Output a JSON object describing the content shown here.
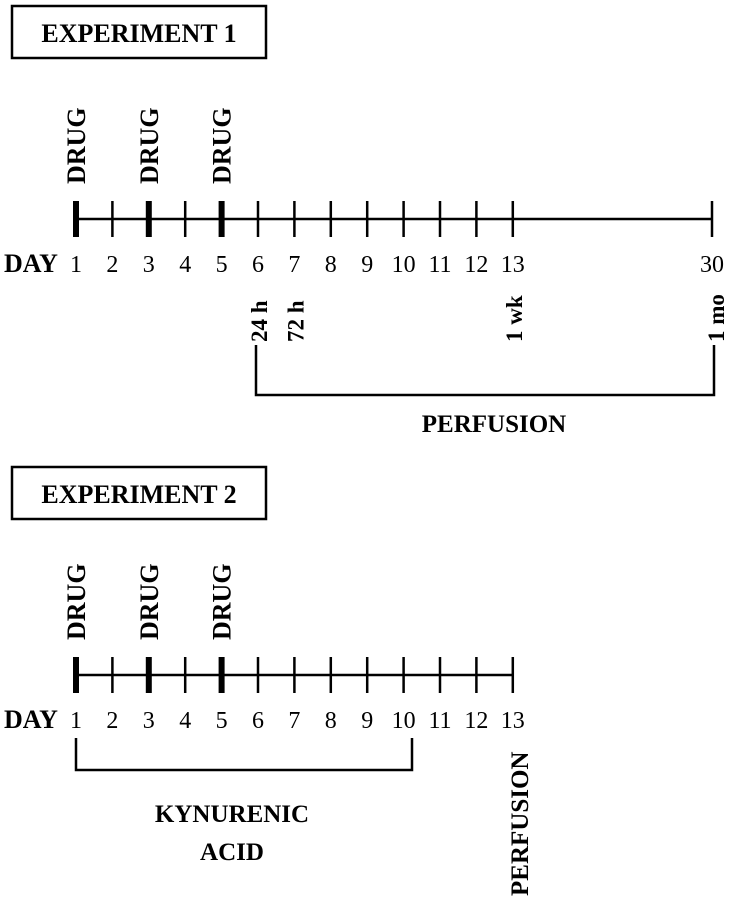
{
  "experiment1": {
    "title": "EXPERIMENT 1",
    "drug_label": "DRUG",
    "drug_days": [
      1,
      3,
      5
    ],
    "day_label": "DAY",
    "days": [
      "1",
      "2",
      "3",
      "4",
      "5",
      "6",
      "7",
      "8",
      "9",
      "10",
      "11",
      "12",
      "13",
      "30"
    ],
    "timepoints": [
      {
        "day": "6",
        "label": "24 h"
      },
      {
        "day": "7",
        "label": "72 h"
      },
      {
        "day": "13",
        "label": "1 wk"
      },
      {
        "day": "30",
        "label": "1 mo"
      }
    ],
    "perfusion_label": "PERFUSION"
  },
  "experiment2": {
    "title": "EXPERIMENT 2",
    "drug_label": "DRUG",
    "drug_days": [
      1,
      3,
      5
    ],
    "day_label": "DAY",
    "days": [
      "1",
      "2",
      "3",
      "4",
      "5",
      "6",
      "7",
      "8",
      "9",
      "10",
      "11",
      "12",
      "13"
    ],
    "kynurenic_label_line1": "KYNURENIC",
    "kynurenic_label_line2": "ACID",
    "kynurenic_range": [
      "1",
      "10"
    ],
    "perfusion_label": "PERFUSION"
  }
}
